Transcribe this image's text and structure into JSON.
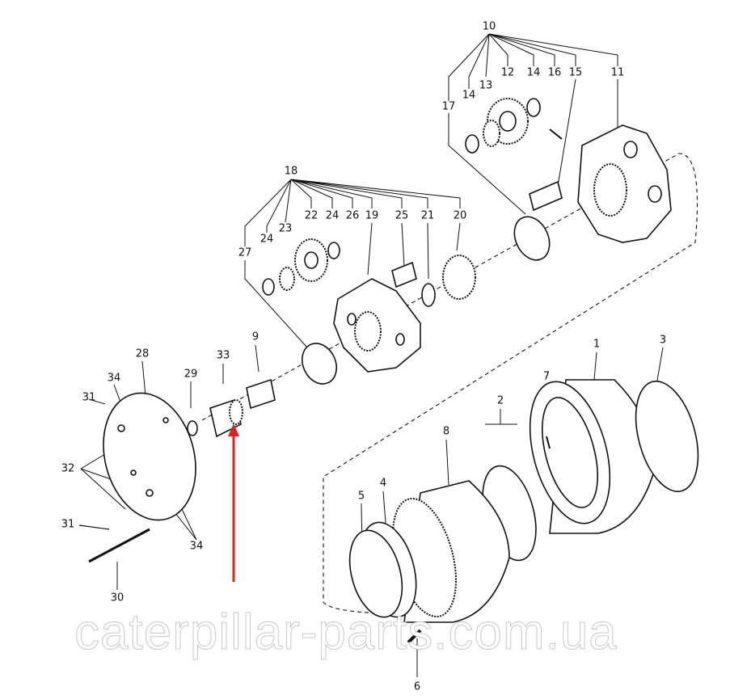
{
  "diagram": {
    "type": "exploded-parts-view",
    "labels": {
      "l10": "10",
      "l17": "17",
      "l14a": "14",
      "l13": "13",
      "l12": "12",
      "l14b": "14",
      "l16": "16",
      "l15": "15",
      "l11": "11",
      "l18": "18",
      "l27": "27",
      "l24a": "24",
      "l23": "23",
      "l22": "22",
      "l24b": "24",
      "l26": "26",
      "l19": "19",
      "l25": "25",
      "l21": "21",
      "l20": "20",
      "l28": "28",
      "l34a": "34",
      "l31a": "31",
      "l29": "29",
      "l33": "33",
      "l9": "9",
      "l32": "32",
      "l31b": "31",
      "l34b": "34",
      "l30": "30",
      "l1": "1",
      "l3": "3",
      "l7": "7",
      "l2": "2",
      "l8": "8",
      "l5": "5",
      "l4": "4",
      "l6": "6"
    },
    "highlight_arrow_color": "#e0201e",
    "highlighted_part": "33",
    "watermark": "caterpillar-parts.com.ua"
  }
}
